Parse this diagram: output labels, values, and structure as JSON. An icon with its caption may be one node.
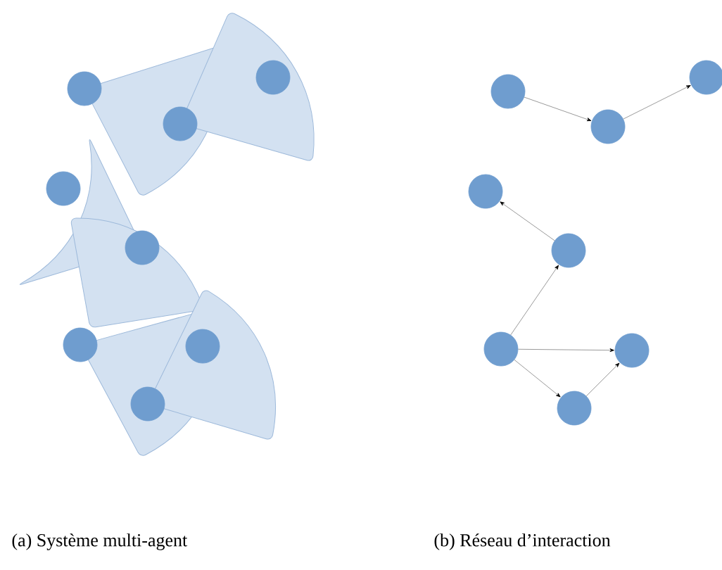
{
  "diagram": {
    "nodes": [
      {
        "text": [],
        "shape": "circle"
      },
      {
        "text": [],
        "shape": "circle"
      },
      {
        "text": [],
        "shape": "circle"
      },
      {
        "text": [],
        "shape": "circle"
      },
      {
        "text": [],
        "shape": "circle"
      },
      {
        "text": [],
        "shape": "circle"
      },
      {
        "text": [],
        "shape": "circle"
      },
      {
        "text": [],
        "shape": "circle"
      },
      {
        "text": [],
        "shape": "circle"
      },
      {
        "text": [],
        "shape": "circle"
      },
      {
        "text": [],
        "shape": "circle"
      },
      {
        "text": [],
        "shape": "circle"
      },
      {
        "text": [],
        "shape": "circle"
      },
      {
        "text": [],
        "shape": "circle"
      },
      {
        "text": [],
        "shape": "circle"
      },
      {
        "text": [],
        "shape": "circle"
      }
    ],
    "edges": [
      {
        "from": 8,
        "to": 9,
        "arrow": "to"
      },
      {
        "from": 9,
        "to": 10,
        "arrow": "to"
      },
      {
        "from": 12,
        "to": 11,
        "arrow": "to"
      },
      {
        "from": 13,
        "to": 12,
        "arrow": "to"
      },
      {
        "from": 13,
        "to": 14,
        "arrow": "to"
      },
      {
        "from": 13,
        "to": 15,
        "arrow": "to"
      },
      {
        "from": 15,
        "to": 14,
        "arrow": "to"
      }
    ],
    "labels": [
      "(a) Système multi-agent",
      "(b) Réseau d’interaction"
    ]
  }
}
